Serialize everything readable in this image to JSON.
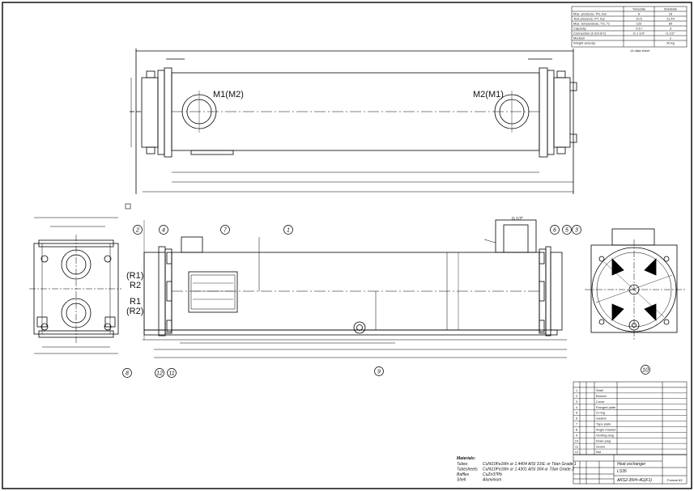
{
  "views": {
    "top": {
      "label_m1": "M1(M2)",
      "label_m2": "M2(M1)"
    },
    "side": {
      "label_r1": "(R1)",
      "label_r2": "R2",
      "label_r1b": "R1",
      "label_r2b": "(R2)",
      "pipe_label": "G 1/2\""
    }
  },
  "balloons": [
    "1",
    "2",
    "3",
    "4",
    "5",
    "6",
    "7",
    "8",
    "9",
    "10",
    "11",
    "12"
  ],
  "title_table": {
    "headers": [
      "Tubeside",
      "Shellside"
    ],
    "rows": [
      {
        "label": "Max. pressure, PS, bar",
        "a": "6",
        "b": "16"
      },
      {
        "label": "Test pressure, PT, bar",
        "a": "10.5",
        "b": "11.44"
      },
      {
        "label": "Max. temperature, TS, °C",
        "a": "120",
        "b": "80"
      },
      {
        "label": "Capacity",
        "a": "0.5 l",
        "b": "3"
      },
      {
        "label": "Connection (1-6/2-6/7)",
        "a": "G 1 1/4\"",
        "b": "G 1/2\""
      },
      {
        "label": "Medium",
        "a": "",
        "b": "x"
      },
      {
        "label": "Weight (empty)",
        "a": "",
        "b": "30 kg"
      }
    ],
    "note": "14 data sheet"
  },
  "materials": {
    "heading": "Materials:",
    "rows": [
      {
        "part": "Tubes",
        "material": "CuNi10Fe1Mn or 1.4404 AISI 316L or Titan Grade 1"
      },
      {
        "part": "Tubesheets",
        "material": "CuNi10Fe1Mn or 1.4301 AISI 304 or Titan Grade 2"
      },
      {
        "part": "Baffles",
        "material": "CuZn37Pb"
      },
      {
        "part": "Shell",
        "material": "Aluminium"
      }
    ]
  },
  "title_block": {
    "name": "Heat exchanger",
    "series": "LS35",
    "number": "AKS2-35##-4G(F1)",
    "sheet": "Format A3"
  },
  "bom": {
    "rows": [
      {
        "no": "1",
        "name": "Shell"
      },
      {
        "no": "2",
        "name": "Bonnet"
      },
      {
        "no": "3",
        "name": "Cover"
      },
      {
        "no": "4",
        "name": "Flanged plate"
      },
      {
        "no": "5",
        "name": "O-ring"
      },
      {
        "no": "6",
        "name": "Gasket"
      },
      {
        "no": "7",
        "name": "Type plate"
      },
      {
        "no": "8",
        "name": "Angle bracket"
      },
      {
        "no": "9",
        "name": "Venting plug"
      },
      {
        "no": "10",
        "name": "Drain plug"
      },
      {
        "no": "11",
        "name": "Screw"
      },
      {
        "no": "12",
        "name": "Nut"
      }
    ]
  }
}
